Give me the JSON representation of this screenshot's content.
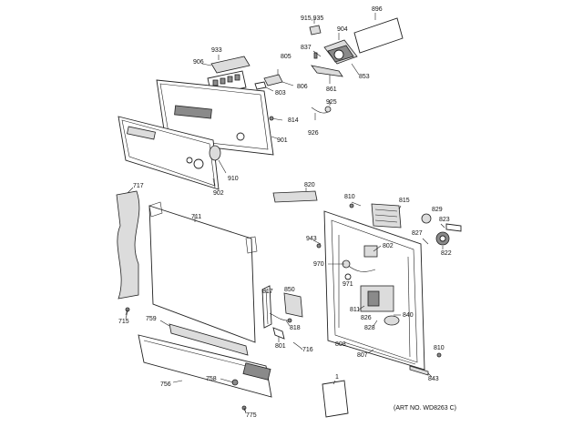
{
  "diagram": {
    "art_number": "(ART NO. WD8263 C)",
    "labels": {
      "896": "896",
      "915_935": "915,935",
      "904": "904",
      "837": "837",
      "853": "853",
      "933": "933",
      "906": "906",
      "805": "805",
      "806": "806",
      "803": "803",
      "861": "861",
      "925": "925",
      "814": "814",
      "926": "926",
      "901": "901",
      "910": "910",
      "902": "902",
      "717": "717",
      "711": "711",
      "820": "820",
      "810a": "810",
      "815": "815",
      "829": "829",
      "823": "823",
      "827": "827",
      "822": "822",
      "943": "943",
      "802": "802",
      "970": "970",
      "971": "971",
      "811": "811",
      "826": "826",
      "840": "840",
      "828": "828",
      "817": "817",
      "850": "850",
      "818": "818",
      "801": "801",
      "716": "716",
      "715": "715",
      "759": "759",
      "808": "808",
      "807": "807",
      "810b": "810",
      "843": "843",
      "1": "1",
      "758": "758",
      "756": "756",
      "775": "775"
    }
  }
}
